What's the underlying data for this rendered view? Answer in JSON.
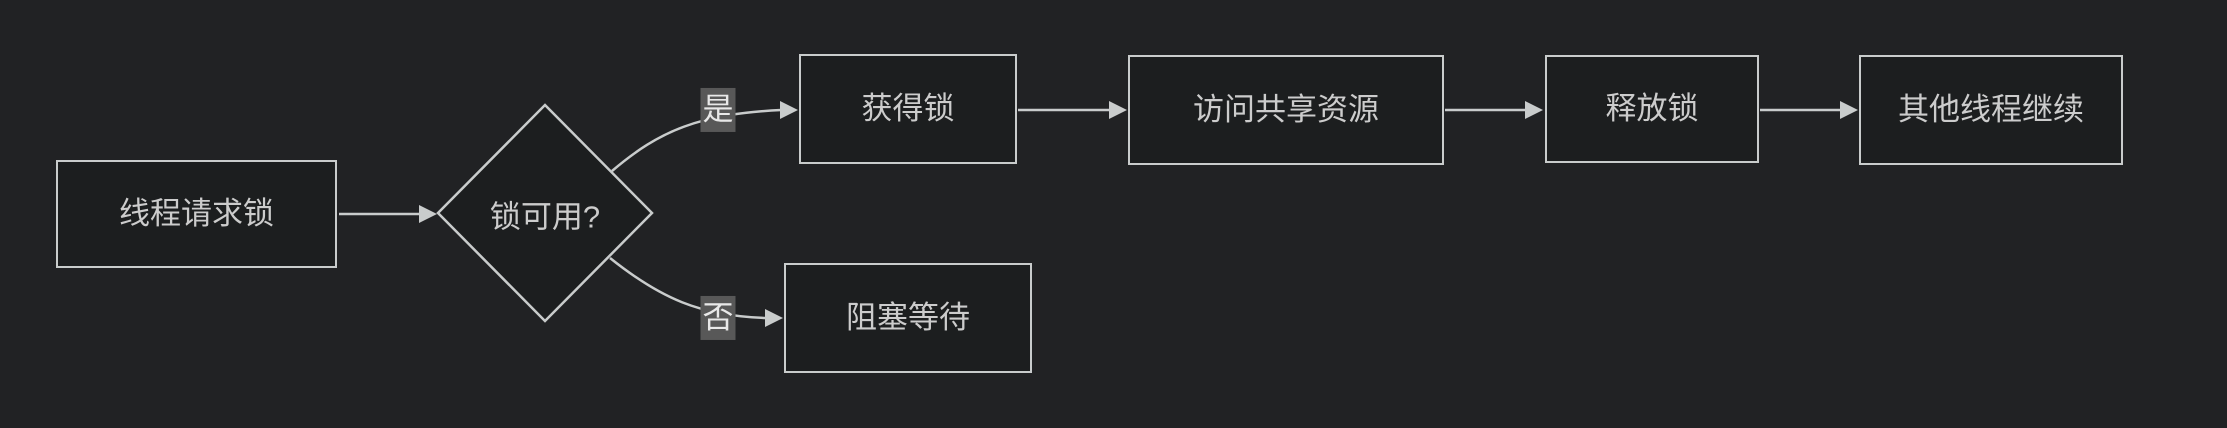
{
  "diagram_type": "flowchart-dark-theme",
  "colors": {
    "background": "#212224",
    "node_fill": "#1c1e1f",
    "node_border": "#c9cccc",
    "node_text": "#cccccc",
    "edge_line": "#c9cccc",
    "edge_label_bg": "#585858",
    "edge_label_text": "#e8e8e8"
  },
  "nodes": {
    "request": {
      "label": "线程请求锁",
      "shape": "rect"
    },
    "decision": {
      "label": "锁可用?",
      "shape": "diamond"
    },
    "acquire": {
      "label": "获得锁",
      "shape": "rect"
    },
    "access": {
      "label": "访问共享资源",
      "shape": "rect"
    },
    "release": {
      "label": "释放锁",
      "shape": "rect"
    },
    "continue": {
      "label": "其他线程继续",
      "shape": "rect"
    },
    "block": {
      "label": "阻塞等待",
      "shape": "rect"
    }
  },
  "edges": {
    "yes_label": "是",
    "no_label": "否",
    "connections": [
      {
        "from": "request",
        "to": "decision",
        "label": ""
      },
      {
        "from": "decision",
        "to": "acquire",
        "label": "是"
      },
      {
        "from": "decision",
        "to": "block",
        "label": "否"
      },
      {
        "from": "acquire",
        "to": "access",
        "label": ""
      },
      {
        "from": "access",
        "to": "release",
        "label": ""
      },
      {
        "from": "release",
        "to": "continue",
        "label": ""
      }
    ]
  }
}
